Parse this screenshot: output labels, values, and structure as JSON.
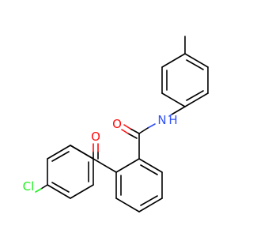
{
  "molecule": {
    "atoms": {
      "oxygen_ketone": {
        "label": "O",
        "color": "#ff0d0d"
      },
      "oxygen_amide": {
        "label": "O",
        "color": "#ff0d0d"
      },
      "nitrogen_amide": {
        "label": "N",
        "hydrogen": "H",
        "color": "#3050f8"
      },
      "chlorine": {
        "label": "Cl",
        "color": "#1ff01f"
      }
    },
    "colors": {
      "bond": "#000000",
      "background": "#ffffff"
    }
  }
}
